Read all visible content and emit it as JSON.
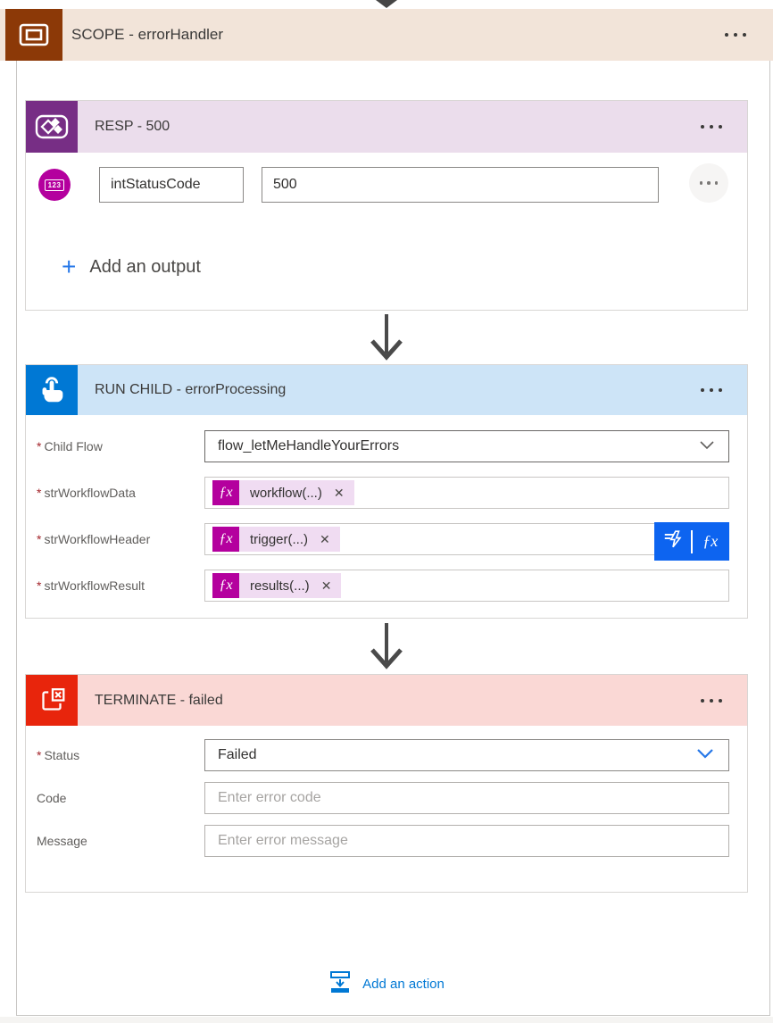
{
  "ui": {
    "required_marker": "*",
    "plus_glyph": "+",
    "fx_glyph": "ƒx",
    "close_glyph": "✕"
  },
  "colors": {
    "scope_brown": "#8C3907",
    "scope_header_bg": "#F2E4D9",
    "resp_purple": "#772E85",
    "resp_header_bg": "#EBDDEC",
    "run_child_blue": "#0078D4",
    "run_child_header_bg": "#CDE4F7",
    "terminate_red": "#E8250C",
    "terminate_header_bg": "#FAD8D5",
    "token_magenta": "#B4009E",
    "token_bg": "#F0DCF2",
    "flyout_blue": "#0D64F0",
    "link_blue": "#0078D4",
    "arrow_gray": "#4A4A4A"
  },
  "icons": {
    "scope": "nested-rectangles",
    "resp": "power-apps-logo",
    "integer_badge": "123-number",
    "run_child": "hand-tap",
    "terminate": "window-with-x",
    "dynamic_content": "lightning-bolt-with-lines",
    "expression": "fx",
    "more": "horizontal-ellipsis",
    "connector": "arrow-down",
    "chevron": "chevron-down",
    "add_action": "insert-step-arrow"
  },
  "scope": {
    "title": "SCOPE - errorHandler"
  },
  "resp": {
    "title": "RESP - 500",
    "output": {
      "type_badge": "123",
      "name": "intStatusCode",
      "value": "500"
    },
    "add_output_label": "Add an output"
  },
  "run_child": {
    "title": "RUN CHILD - errorProcessing",
    "fields": [
      {
        "label": "Child Flow",
        "required": true,
        "type": "dropdown",
        "value": "flow_letMeHandleYourErrors"
      },
      {
        "label": "strWorkflowData",
        "required": true,
        "type": "expression-token",
        "token": "workflow(...)"
      },
      {
        "label": "strWorkflowHeader",
        "required": true,
        "type": "expression-token",
        "token": "trigger(...)"
      },
      {
        "label": "strWorkflowResult",
        "required": true,
        "type": "expression-token",
        "token": "results(...)"
      }
    ]
  },
  "terminate": {
    "title": "TERMINATE - failed",
    "fields": [
      {
        "label": "Status",
        "required": true,
        "type": "dropdown",
        "value": "Failed"
      },
      {
        "label": "Code",
        "required": false,
        "type": "text",
        "placeholder": "Enter error code"
      },
      {
        "label": "Message",
        "required": false,
        "type": "text",
        "placeholder": "Enter error message"
      }
    ]
  },
  "footer": {
    "add_action_label": "Add an action"
  }
}
